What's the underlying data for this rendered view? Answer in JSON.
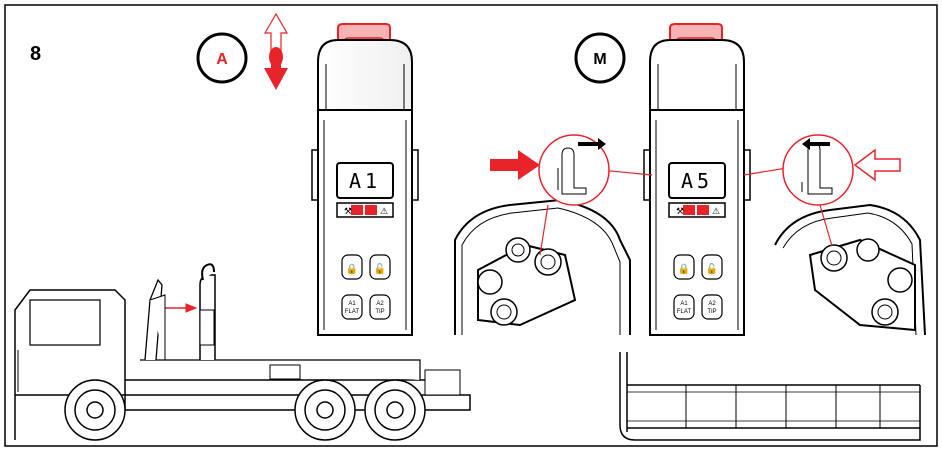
{
  "step_number": "8",
  "panel_auto": {
    "mode_label": "A",
    "display_text": "A1",
    "buttons": [
      {
        "top": "A1",
        "bottom": "FLAT"
      },
      {
        "top": "A2",
        "bottom": "TIP"
      }
    ]
  },
  "panel_manual": {
    "mode_label": "M",
    "display_text": "A5",
    "buttons": [
      {
        "top": "A1",
        "bottom": "FLAT"
      },
      {
        "top": "A2",
        "bottom": "TIP"
      }
    ]
  },
  "colors": {
    "accent": "#e8232a",
    "light_red": "#f6b3b3",
    "line": "#000000"
  }
}
